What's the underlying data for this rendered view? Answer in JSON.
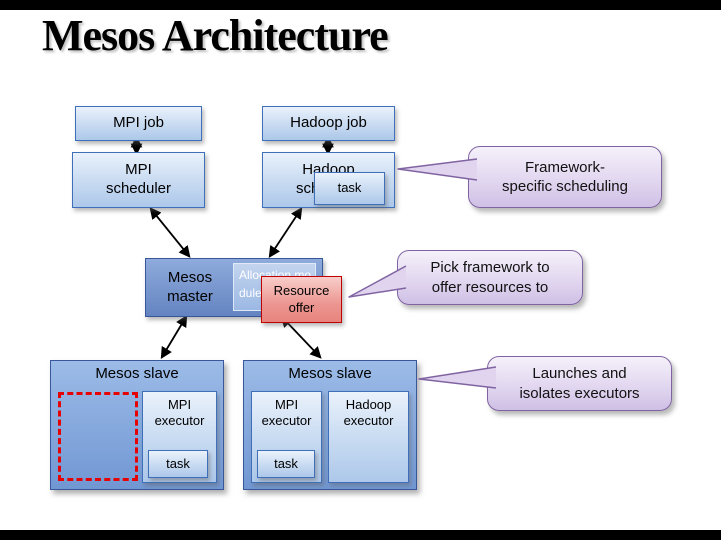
{
  "title": "Mesos Architecture",
  "nodes": {
    "mpi_job": "MPI job",
    "hadoop_job": "Hadoop job",
    "mpi_scheduler": "MPI scheduler",
    "hadoop_scheduler": "Hadoop scheduler",
    "scheduler_task": "task",
    "master_label": "Mesos master",
    "allocation_module": "Allocation module",
    "resource_offer": "Resource offer",
    "left_slave_label": "Mesos slave",
    "left_mpi_executor": "MPI executor",
    "left_task": "task",
    "right_slave_label": "Mesos slave",
    "right_mpi_executor": "MPI executor",
    "right_task": "task",
    "right_hadoop_executor": "Hadoop executor"
  },
  "callouts": {
    "framework_scheduling": "Framework-\nspecific scheduling",
    "pick_framework": "Pick framework to\noffer resources to",
    "launches": "Launches and\nisolates executors"
  },
  "colors": {
    "box_border": "#3f6fb8",
    "master_fill": "#6484c1",
    "offer_border": "#c00000",
    "callout_border": "#8064a2",
    "dashed_box": "#e60000"
  }
}
